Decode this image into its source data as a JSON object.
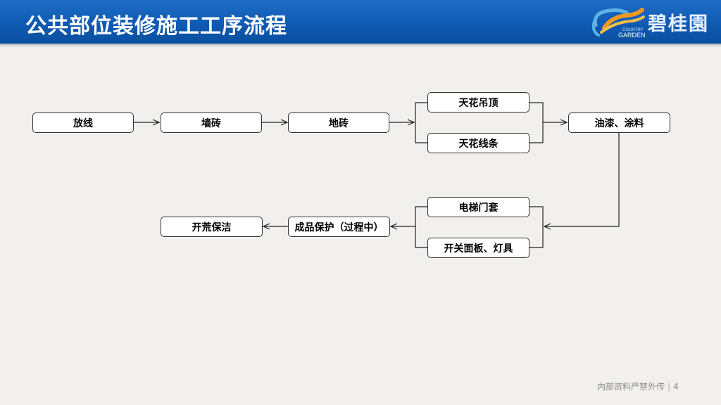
{
  "header": {
    "title": "公共部位装修施工工序流程",
    "logo_name": "碧桂園",
    "logo_garden_text": "GARDEN",
    "logo_country_text": "COUNTRY",
    "colors": {
      "bar": "#0f5ab3",
      "logo_orange": "#f39a1e",
      "logo_blue": "#5db3e8"
    }
  },
  "flow": {
    "steps": {
      "fangxian": "放线",
      "qiangzhuan": "墙砖",
      "dizhuan": "地砖",
      "tianhua_diaoding": "天花吊顶",
      "tianhua_xiantiao": "天花线条",
      "youqi_tuliao": "油漆、涂料",
      "dianti_mentao": "电梯门套",
      "kaiguan_mianban": "开关面板、灯具",
      "chengpin_baohu": "成品保护（过程中）",
      "kaihuang_baojie": "开荒保洁"
    }
  },
  "footer": {
    "notice": "内部资料严禁外传",
    "page_number": "4"
  }
}
